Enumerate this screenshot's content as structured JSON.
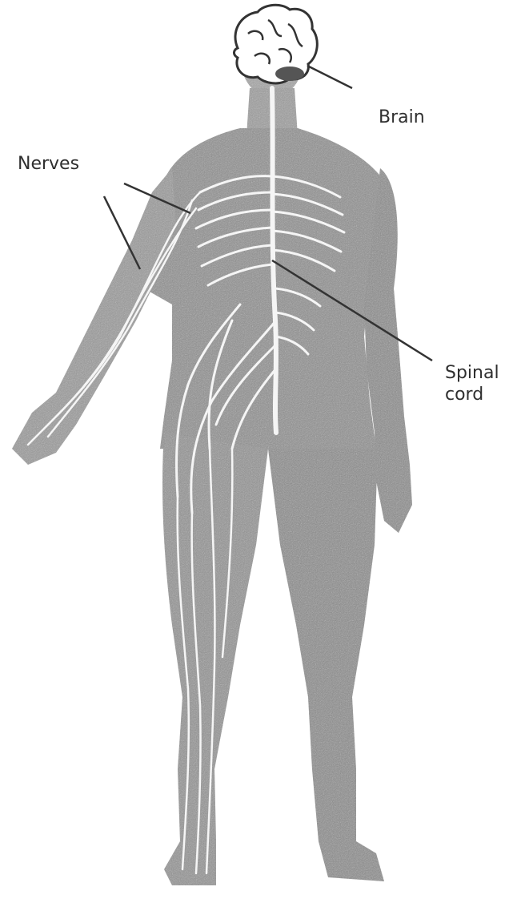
{
  "diagram": {
    "labels": {
      "brain": "Brain",
      "nerves": "Nerves",
      "spinal_line1": "Spinal",
      "spinal_line2": "cord"
    },
    "colors": {
      "body_fill": "#8e8e8e",
      "nerve": "#f5f5f5",
      "outline": "#333333",
      "text": "#2f2f2f",
      "background": "#ffffff"
    }
  }
}
